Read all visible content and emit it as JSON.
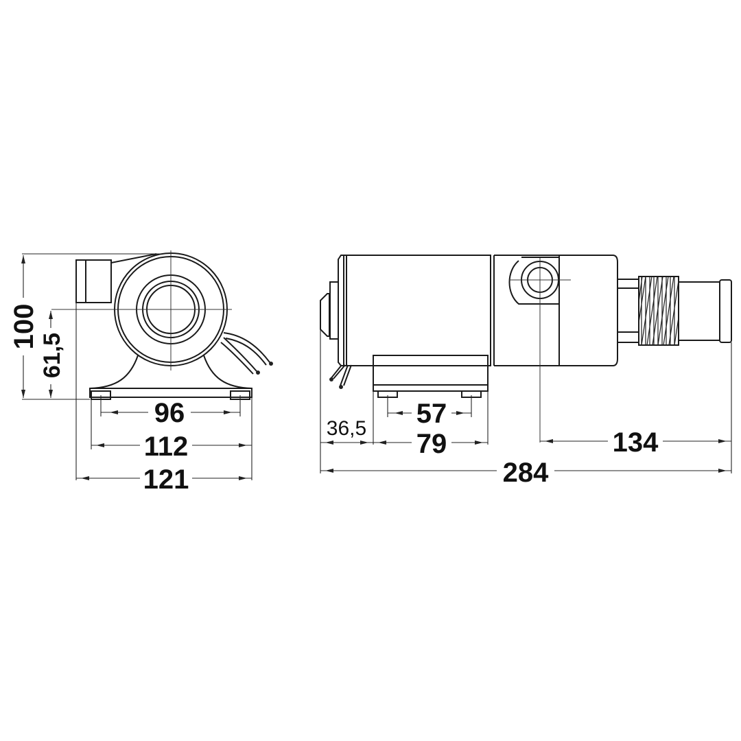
{
  "drawing": {
    "type": "technical-dimension-drawing",
    "units": "mm",
    "views": {
      "front": {
        "name": "front view (pump end)",
        "dimensions": {
          "height_total": "100",
          "height_axis": "61,5",
          "mount_hole_spacing": "96",
          "base_width": "112",
          "overall_width": "121"
        }
      },
      "side": {
        "name": "side view",
        "dimensions": {
          "motor_end_to_base": "36,5",
          "base_length": "79",
          "mount_hole_spacing": "57",
          "port_to_outlet_end": "134",
          "overall_length": "284"
        }
      }
    },
    "colors": {
      "line": "#1a1a1a",
      "background": "#ffffff"
    }
  }
}
